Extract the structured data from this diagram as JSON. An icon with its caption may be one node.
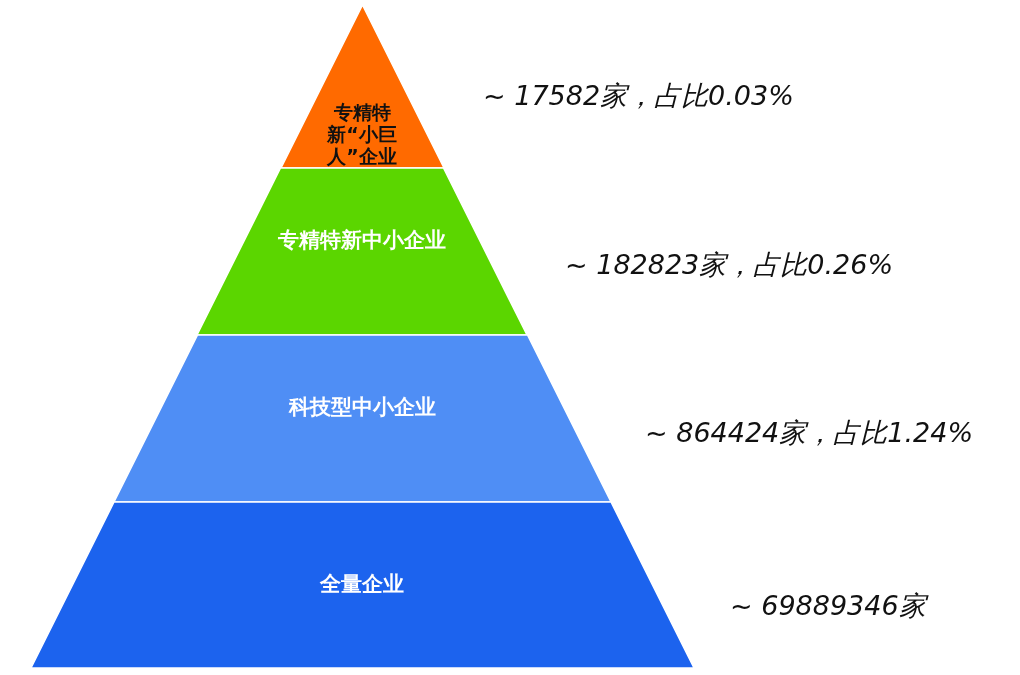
{
  "diagram": {
    "nodes": [
      {
        "text": [
          "专精特新“小巨人”企业"
        ],
        "beside": [
          "~ 17582家，占比0.03%"
        ]
      },
      {
        "text": [
          "专精特新中小企业"
        ],
        "beside": [
          "~ 182823家，占比0.26%"
        ]
      },
      {
        "text": [
          "科技型中小企业"
        ],
        "beside": [
          "~ 864424家，占比1.24%"
        ]
      },
      {
        "text": [
          "全量企业"
        ],
        "beside": [
          "~ 69889346家"
        ]
      }
    ]
  }
}
